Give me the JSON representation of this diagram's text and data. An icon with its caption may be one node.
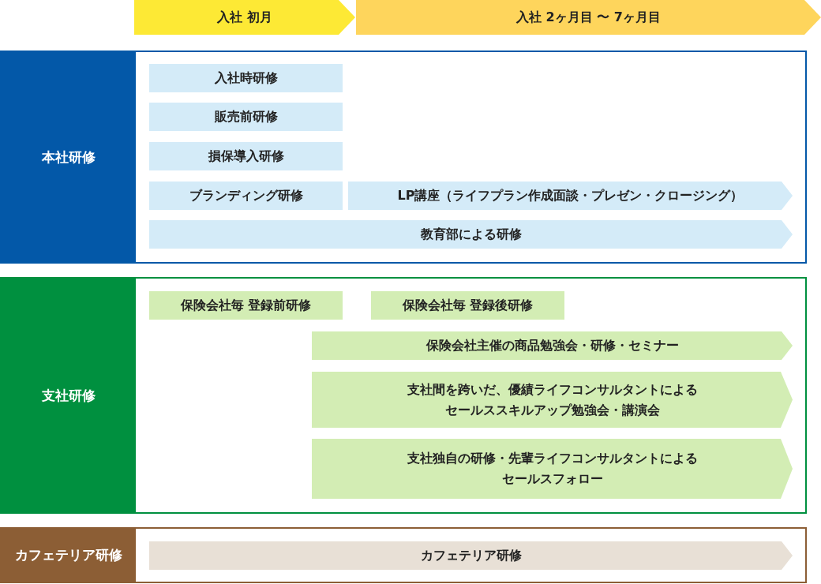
{
  "diagram": {
    "nodes": [
      {
        "text": [
          "入社 初月"
        ]
      },
      {
        "text": [
          "入社 2ヶ月目 〜 7ヶ月目"
        ]
      },
      {
        "text": [
          "本社研修"
        ]
      },
      {
        "text": [
          "入社時研修"
        ],
        "in": 2
      },
      {
        "text": [
          "販売前研修"
        ],
        "in": 2
      },
      {
        "text": [
          "損保導入研修"
        ],
        "in": 2
      },
      {
        "text": [
          "ブランディング研修"
        ],
        "in": 2
      },
      {
        "text": [
          "LP講座（ライフプラン作成面談・プレゼン・クロージング）"
        ],
        "in": 2
      },
      {
        "text": [
          "教育部による研修"
        ],
        "in": 2
      },
      {
        "text": [
          "支社研修"
        ]
      },
      {
        "text": [
          "保険会社毎 登録前研修"
        ],
        "in": 9
      },
      {
        "text": [
          "保険会社毎 登録後研修"
        ],
        "in": 9
      },
      {
        "text": [
          "保険会社主催の商品勉強会・研修・セミナー"
        ],
        "in": 9
      },
      {
        "text": [
          "支社間を跨いだ、優績ライフコンサルタントによるセールススキルアップ勉強会・講演会"
        ],
        "in": 9
      },
      {
        "text": [
          "支社独自の研修・先輩ライフコンサルタントによるセールスフォロー"
        ],
        "in": 9
      },
      {
        "text": [
          "カフェテリア研修"
        ]
      },
      {
        "text": [
          "カフェテリア研修"
        ],
        "in": 15
      }
    ]
  }
}
